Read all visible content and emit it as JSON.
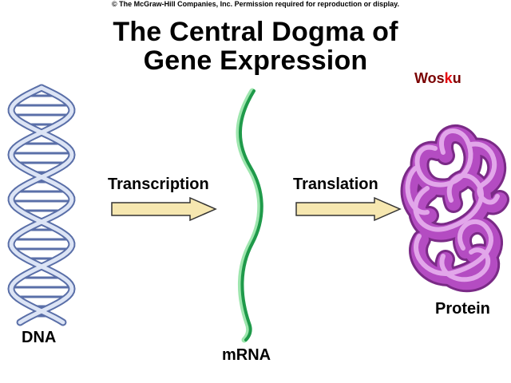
{
  "copyright": "© The McGraw-Hill Companies, Inc. Permission required for reproduction or display.",
  "title_line1": "The Central Dogma of",
  "title_line2": "Gene Expression",
  "watermark": {
    "parts": [
      "Wos",
      "k",
      "u"
    ],
    "colors": [
      "#7a0000",
      "#e8000b",
      "#7a0000"
    ]
  },
  "stages": {
    "dna": "DNA",
    "mrna": "mRNA",
    "protein": "Protein"
  },
  "processes": {
    "transcription": "Transcription",
    "translation": "Translation"
  },
  "icons": {
    "dna": "dna-double-helix-icon",
    "mrna": "mrna-strand-icon",
    "protein": "folded-protein-icon",
    "arrow": "right-arrow-icon"
  },
  "colors": {
    "dna_backbone": "#5a6fa8",
    "dna_fill": "#dce4f5",
    "dna_bases": "#5a6fa8",
    "mrna_dark": "#1f9a4a",
    "mrna_light": "#9ee6ae",
    "protein_dark": "#7a2a86",
    "protein_mid": "#b44cc2",
    "protein_light": "#e2a6ea",
    "arrow_fill": "#f6e7b0",
    "arrow_stroke": "#333333"
  }
}
